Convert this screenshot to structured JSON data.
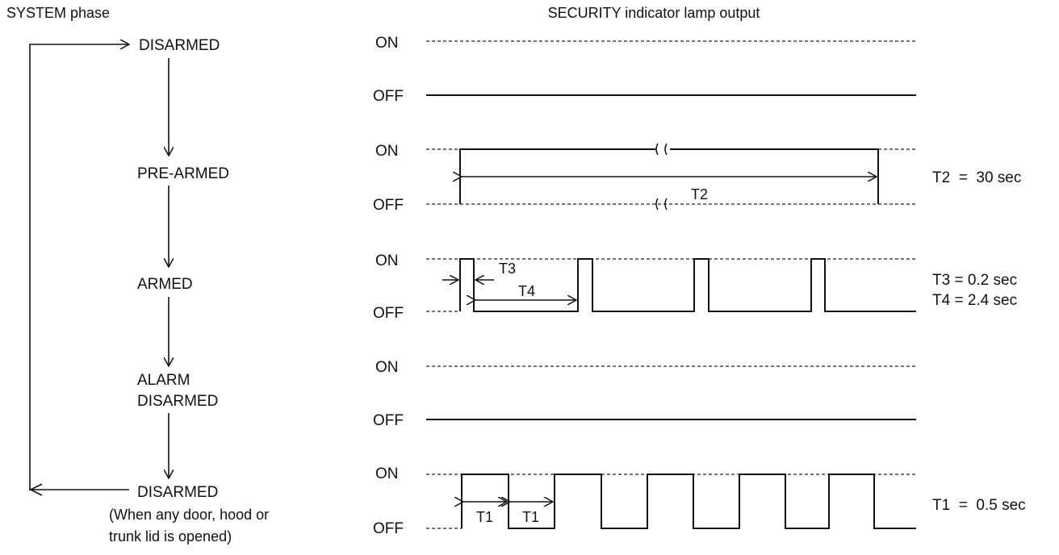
{
  "headers": {
    "system_phase": "SYSTEM phase",
    "lamp_output": "SECURITY indicator lamp output"
  },
  "phases": [
    {
      "label_lines": [
        "DISARMED"
      ]
    },
    {
      "label_lines": [
        "PRE-ARMED"
      ]
    },
    {
      "label_lines": [
        "ARMED"
      ]
    },
    {
      "label_lines": [
        "ALARM",
        "DISARMED"
      ]
    },
    {
      "label_lines": [
        "DISARMED",
        "(When any door, hood or",
        "trunk lid is opened)"
      ]
    }
  ],
  "levels": {
    "on": "ON",
    "off": "OFF"
  },
  "timings": {
    "t1": {
      "name": "T1",
      "equation": "T1  =  0.5 sec"
    },
    "t2": {
      "name": "T2",
      "equation": "T2  =  30 sec"
    },
    "t3": {
      "name": "T3",
      "equation": "T3 = 0.2 sec"
    },
    "t4": {
      "name": "T4",
      "equation": "T4 = 2.4 sec"
    }
  }
}
